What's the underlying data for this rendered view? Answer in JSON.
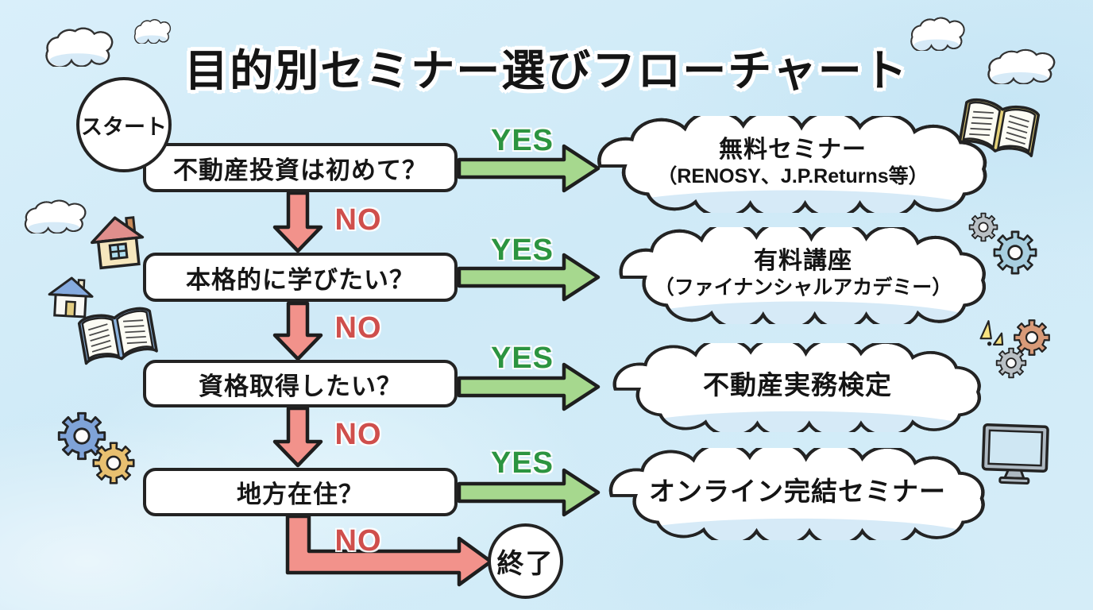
{
  "title": "目的別セミナー選びフローチャート",
  "flow": {
    "start_label": "スタート",
    "end_label": "終了",
    "yes_label": "YES",
    "no_label": "NO",
    "steps": [
      {
        "question": "不動産投資は初めて？",
        "result": "無料セミナー",
        "result_sub": "（RENOSY、J.P.Returns等）"
      },
      {
        "question": "本格的に学びたい？",
        "result": "有料講座",
        "result_sub": "（ファイナンシャルアカデミー）"
      },
      {
        "question": "資格取得したい？",
        "result": "不動産実務検定",
        "result_sub": ""
      },
      {
        "question": "地方在住？",
        "result": "オンライン完結セミナー",
        "result_sub": ""
      }
    ]
  },
  "colors": {
    "background": "#d3ecf8",
    "yes_text": "#2c9440",
    "no_text": "#cf4f4c",
    "arrow_green": "#a6d88e",
    "arrow_red": "#f2928b",
    "outline": "#232323",
    "cloud_shade": "#d6eaf7"
  },
  "decorations": [
    "cloud-icon",
    "house-icon",
    "open-book-icon",
    "gear-icon",
    "sparkle-icon",
    "monitor-icon"
  ]
}
